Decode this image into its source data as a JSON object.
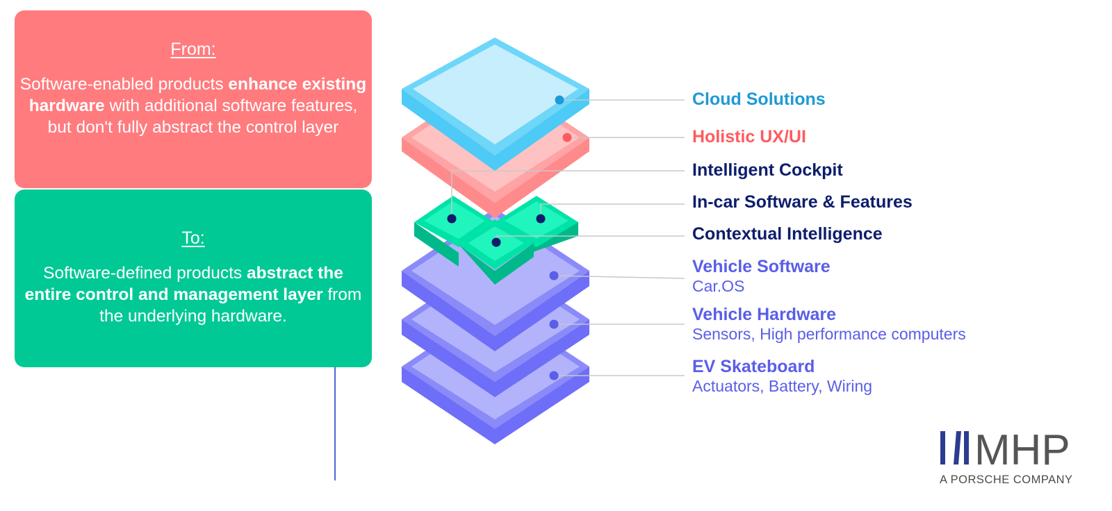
{
  "from_card": {
    "heading": "From:",
    "text_1": "Software-enabled products ",
    "bold_1": "enhance existing hardware",
    "text_2": " with additional software features, but don't fully abstract the control layer"
  },
  "to_card": {
    "heading": "To:",
    "text_1": "Software-defined products ",
    "bold_1": "abstract the entire control and management layer",
    "text_2": " from the underlying hardware."
  },
  "layers": [
    {
      "title": "Cloud Solutions",
      "color": "#1e9ad6"
    },
    {
      "title": "Holistic UX/UI",
      "color": "#ff5b5e"
    },
    {
      "title": "Intelligent Cockpit",
      "color": "#0d1d6b"
    },
    {
      "title": "In-car Software & Features",
      "color": "#0d1d6b"
    },
    {
      "title": "Contextual Intelligence",
      "color": "#0d1d6b"
    },
    {
      "title": "Vehicle Software",
      "subtitle": "Car.OS",
      "color": "#5a5ee8"
    },
    {
      "title": "Vehicle Hardware",
      "subtitle": "Sensors, High performance computers",
      "color": "#5a5ee8"
    },
    {
      "title": "EV Skateboard",
      "subtitle": "Actuators, Battery, Wiring",
      "color": "#5a5ee8"
    }
  ],
  "logo": {
    "brand": "MHP",
    "tagline": "A PORSCHE COMPANY",
    "mark_color": "#2b3d8f",
    "text_color": "#555555"
  }
}
